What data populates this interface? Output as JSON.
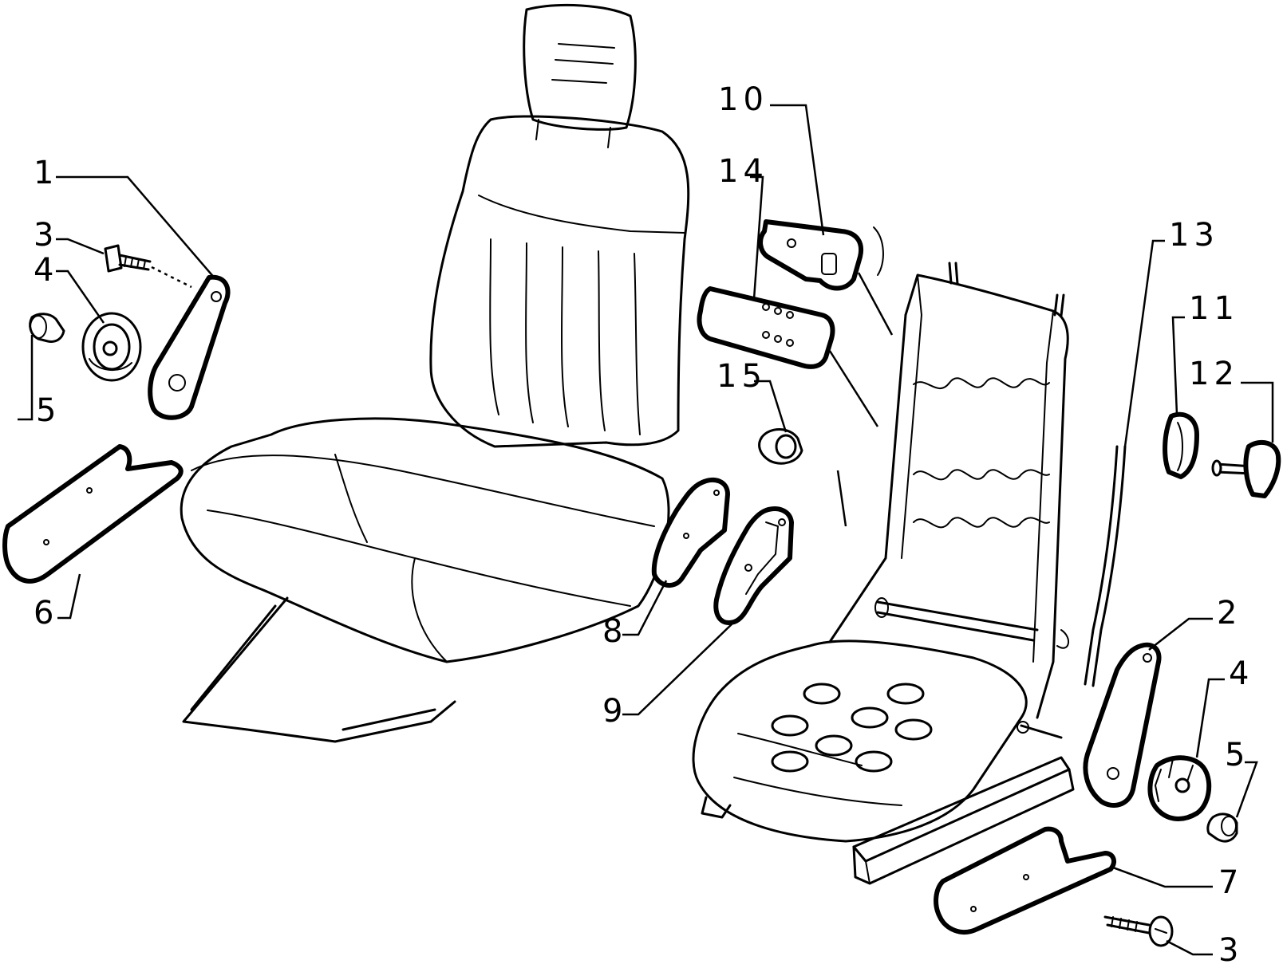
{
  "diagram": {
    "callouts": [
      {
        "id": "c1",
        "label": "1"
      },
      {
        "id": "c3a",
        "label": "3"
      },
      {
        "id": "c4a",
        "label": "4"
      },
      {
        "id": "c5a",
        "label": "5"
      },
      {
        "id": "c6",
        "label": "6"
      },
      {
        "id": "c10",
        "label": "10"
      },
      {
        "id": "c14",
        "label": "14"
      },
      {
        "id": "c15",
        "label": "15"
      },
      {
        "id": "c8",
        "label": "8"
      },
      {
        "id": "c9",
        "label": "9"
      },
      {
        "id": "c13",
        "label": "13"
      },
      {
        "id": "c11",
        "label": "11"
      },
      {
        "id": "c12",
        "label": "12"
      },
      {
        "id": "c2",
        "label": "2"
      },
      {
        "id": "c4b",
        "label": "4"
      },
      {
        "id": "c5b",
        "label": "5"
      },
      {
        "id": "c7",
        "label": "7"
      },
      {
        "id": "c3b",
        "label": "3"
      }
    ]
  }
}
